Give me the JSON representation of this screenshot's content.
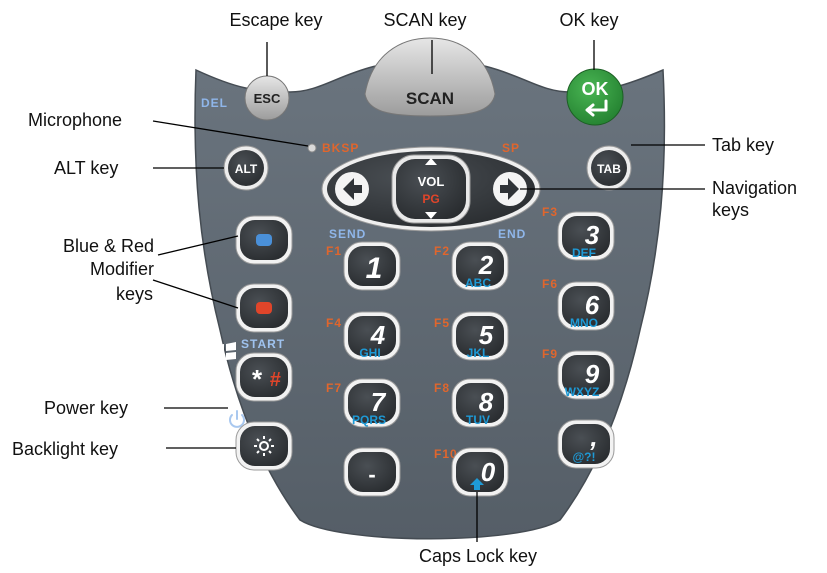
{
  "callouts": {
    "escape": "Escape key",
    "scan": "SCAN key",
    "ok": "OK key",
    "microphone": "Microphone",
    "alt": "ALT key",
    "tab": "Tab key",
    "navigation_line1": "Navigation",
    "navigation_line2": "keys",
    "modifier_line1": "Blue & Red",
    "modifier_line2": "Modifier",
    "modifier_line3": "keys",
    "power": "Power key",
    "backlight": "Backlight key",
    "caps_lock": "Caps Lock key"
  },
  "panel_labels": {
    "del": "DEL",
    "bksp": "BKSP",
    "sp": "SP",
    "send": "SEND",
    "end": "END",
    "start": "START",
    "f1": "F1",
    "f2": "F2",
    "f3": "F3",
    "f4": "F4",
    "f5": "F5",
    "f6": "F6",
    "f7": "F7",
    "f8": "F8",
    "f9": "F9",
    "f10": "F10"
  },
  "keys": {
    "esc": "ESC",
    "scan": "SCAN",
    "ok": "OK",
    "alt": "ALT",
    "tab": "TAB",
    "vol": "VOL",
    "pg": "PG",
    "k1": "1",
    "k2": "2",
    "k2_sub": "ABC",
    "k3": "3",
    "k3_sub": "DEF",
    "k4": "4",
    "k4_sub": "GHI",
    "k5": "5",
    "k5_sub": "JKL",
    "k6": "6",
    "k6_sub": "MNO",
    "k7": "7",
    "k7_sub": "PQRS",
    "k8": "8",
    "k8_sub": "TUV",
    "k9": "9",
    "k9_sub": "WXYZ",
    "k0": "0",
    "star": "*",
    "hash": "#",
    "dash": "-",
    "comma": ",",
    "comma_sub": "@?!"
  },
  "colors": {
    "panel": "#5f6973",
    "key": "#2f3337",
    "ok_green": "#2f9a3e",
    "blue_modifier": "#4a90d9",
    "red_modifier": "#e0452a",
    "label_orange": "#e0662d",
    "label_blue": "#8fb6ea",
    "sub_blue": "#1e9ad6"
  }
}
